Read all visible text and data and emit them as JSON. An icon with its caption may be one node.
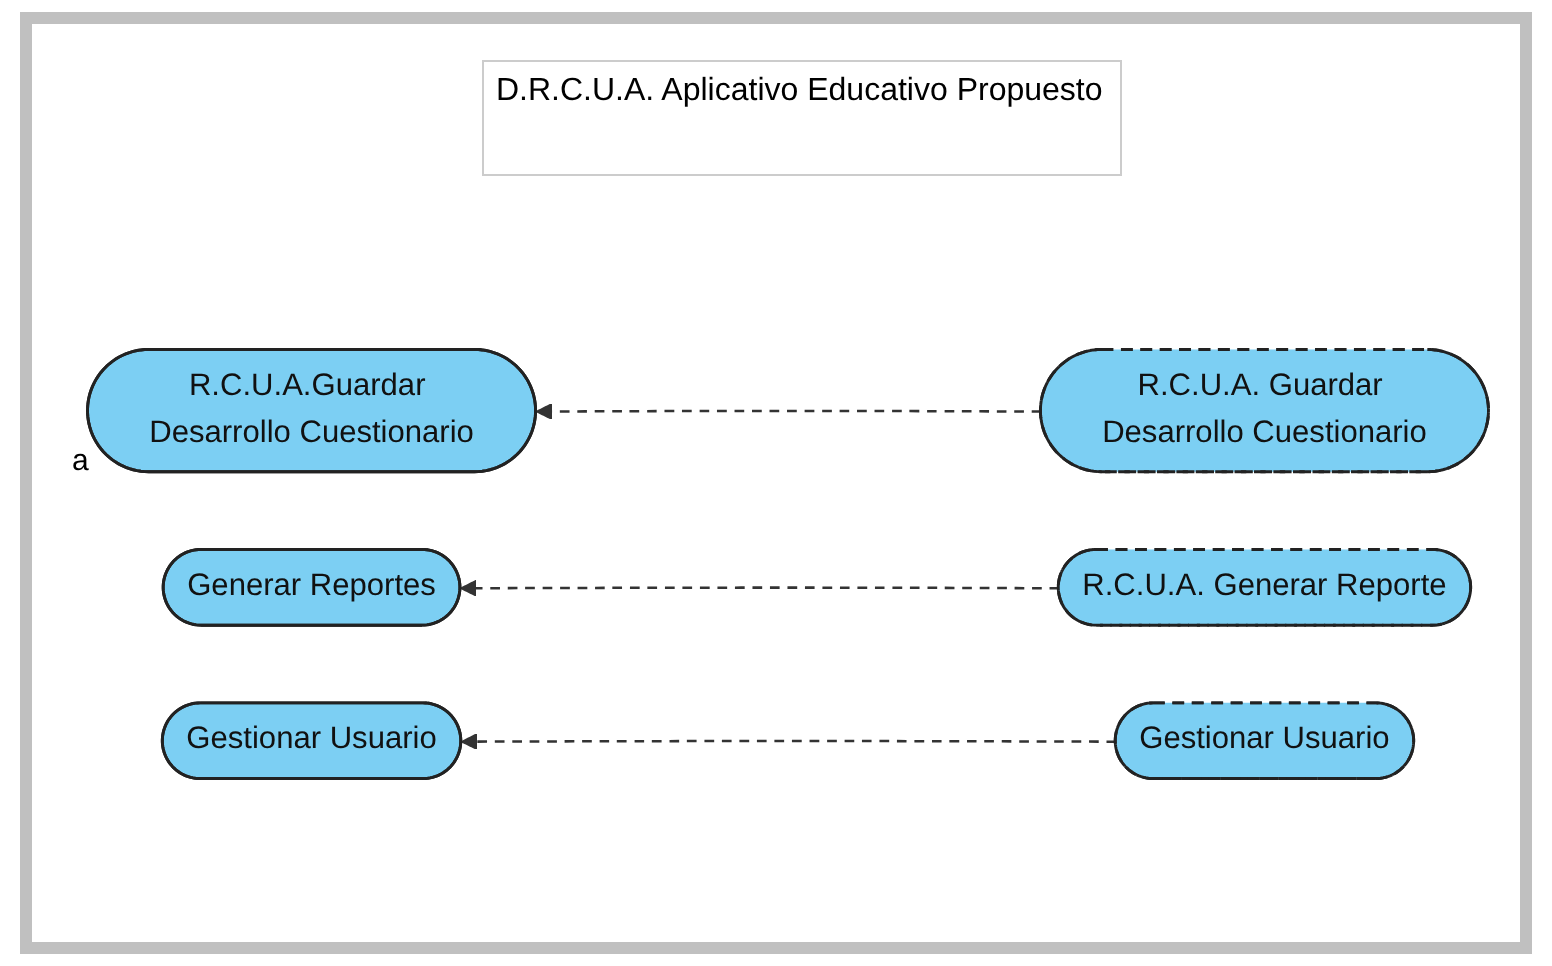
{
  "diagram": {
    "title": "D.R.C.U.A. Aplicativo Educativo Propuesto",
    "nodes": [
      {
        "text": [
          "R.C.U.A.Guardar Desarrollo Cuestionario"
        ]
      },
      {
        "text": [
          "R.C.U.A. Guardar Desarrollo Cuestionario"
        ]
      },
      {
        "text": [
          "Generar Reportes"
        ]
      },
      {
        "text": [
          "R.C.U.A. Generar Reporte"
        ]
      },
      {
        "text": [
          "Gestionar Usuario"
        ]
      },
      {
        "text": [
          "Gestionar Usuario"
        ]
      }
    ],
    "edges": [
      {
        "from": 1,
        "to": 0,
        "arrow": "to",
        "style": "dashed"
      },
      {
        "from": 3,
        "to": 2,
        "arrow": "to",
        "style": "dashed"
      },
      {
        "from": 5,
        "to": 4,
        "arrow": "to",
        "style": "dashed"
      }
    ],
    "labels": [
      "a"
    ]
  }
}
